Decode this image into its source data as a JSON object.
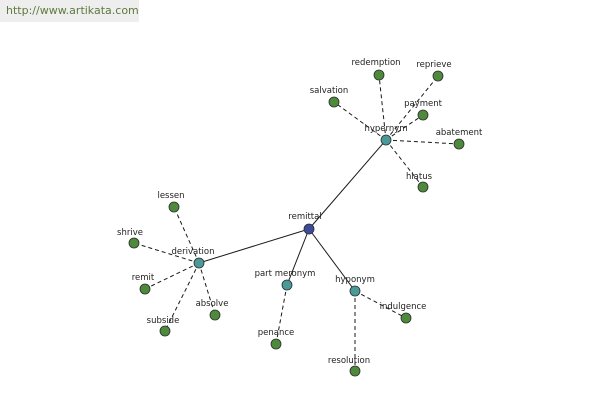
{
  "watermark": "http://www.artikata.com",
  "colors": {
    "root": "#3c4a9a",
    "category": "#4a9a9a",
    "leaf": "#4e8a3c"
  },
  "graph": {
    "root": {
      "id": "remittal",
      "label": "remittal"
    },
    "categories": [
      {
        "id": "hypernym",
        "label": "hypernym",
        "leaves": [
          "salvation",
          "redemption",
          "reprieve",
          "payment",
          "abatement",
          "hiatus"
        ]
      },
      {
        "id": "derivation",
        "label": "derivation",
        "leaves": [
          "lessen",
          "shrive",
          "remit",
          "subside",
          "absolve"
        ]
      },
      {
        "id": "part-meronym",
        "label": "part meronym",
        "leaves": [
          "penance"
        ]
      },
      {
        "id": "hyponym",
        "label": "hyponym",
        "leaves": [
          "indulgence",
          "resolution"
        ]
      }
    ]
  }
}
